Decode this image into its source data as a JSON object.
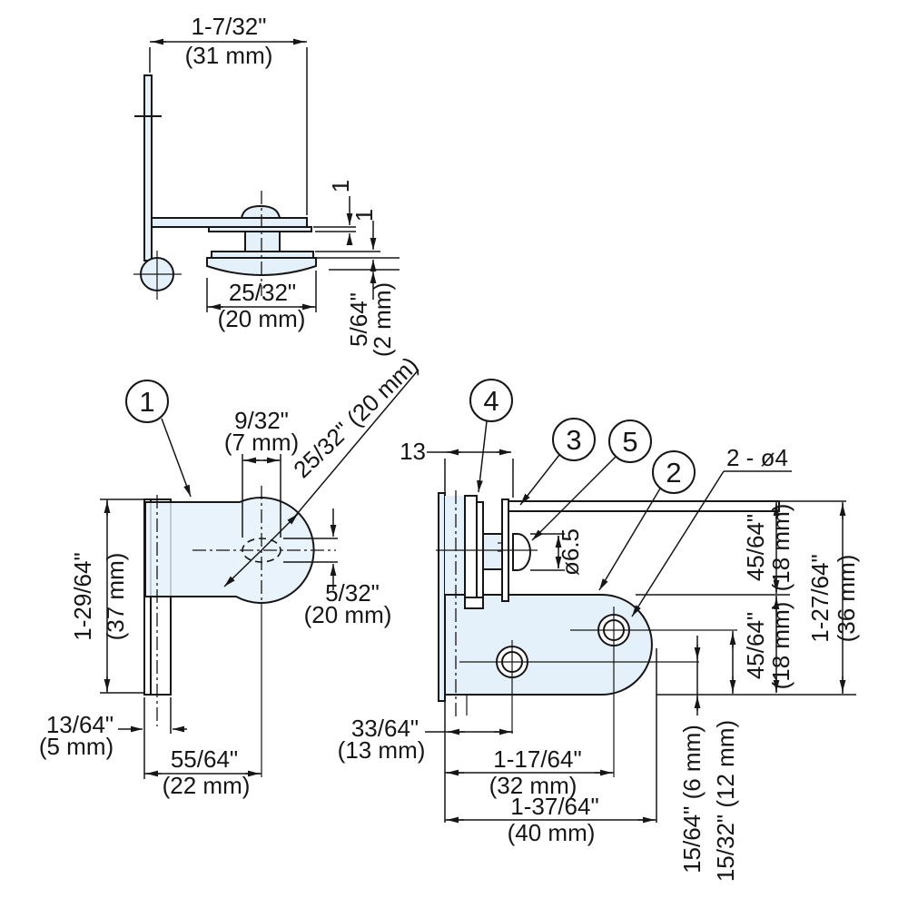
{
  "balloons": {
    "one": "1",
    "two": "2",
    "three": "3",
    "four": "4",
    "five": "5"
  },
  "top": {
    "w_in": "1-7/32\"",
    "w_mm": "(31 mm)",
    "d_in": "25/32\"",
    "d_mm": "(20 mm)",
    "t1": "1",
    "t2": "1",
    "g_in": "5/64\"",
    "g_mm": "(2 mm)"
  },
  "front": {
    "hole_w_in": "9/32\"",
    "hole_w_mm": "(7 mm)",
    "dia": "25/32\" (20 mm)",
    "hole_h_in": "5/32\"",
    "hole_h_mm": "(20 mm)",
    "h_in": "1-29/64\"",
    "h_mm": "(37 mm)",
    "t_in": "13/64\"",
    "t_mm": "(5 mm)",
    "off_in": "55/64\"",
    "off_mm": "(22 mm)"
  },
  "side": {
    "gap": "13",
    "holes_label": "2 - ø4",
    "dome_dia": "ø6.5",
    "u_in": "45/64\"",
    "u_mm": "(18 mm)",
    "l_in": "45/64\"",
    "l_mm": "(18 mm)",
    "tot_in": "1-27/64\"",
    "tot_mm": "(36 mm)",
    "a_in": "33/64\"",
    "a_mm": "(13 mm)",
    "b_in": "1-17/64\"",
    "b_mm": "(32 mm)",
    "w_in": "1-37/64\"",
    "w_mm": "(40 mm)",
    "a_off": "15/64\" (6 mm)",
    "b_off": "15/32\" (12 mm)"
  }
}
